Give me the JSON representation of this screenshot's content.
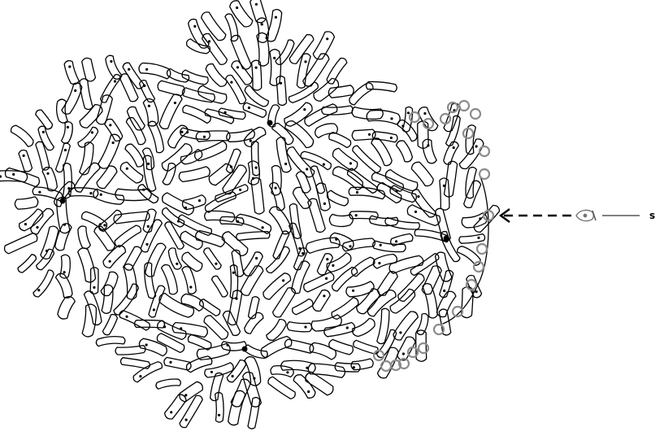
{
  "figure": {
    "label_s": "s",
    "colors": {
      "line": "#000000",
      "highlight": "#8c8c8c",
      "background": "#ffffff"
    },
    "centers": 5,
    "highlighted_tips": 21
  }
}
